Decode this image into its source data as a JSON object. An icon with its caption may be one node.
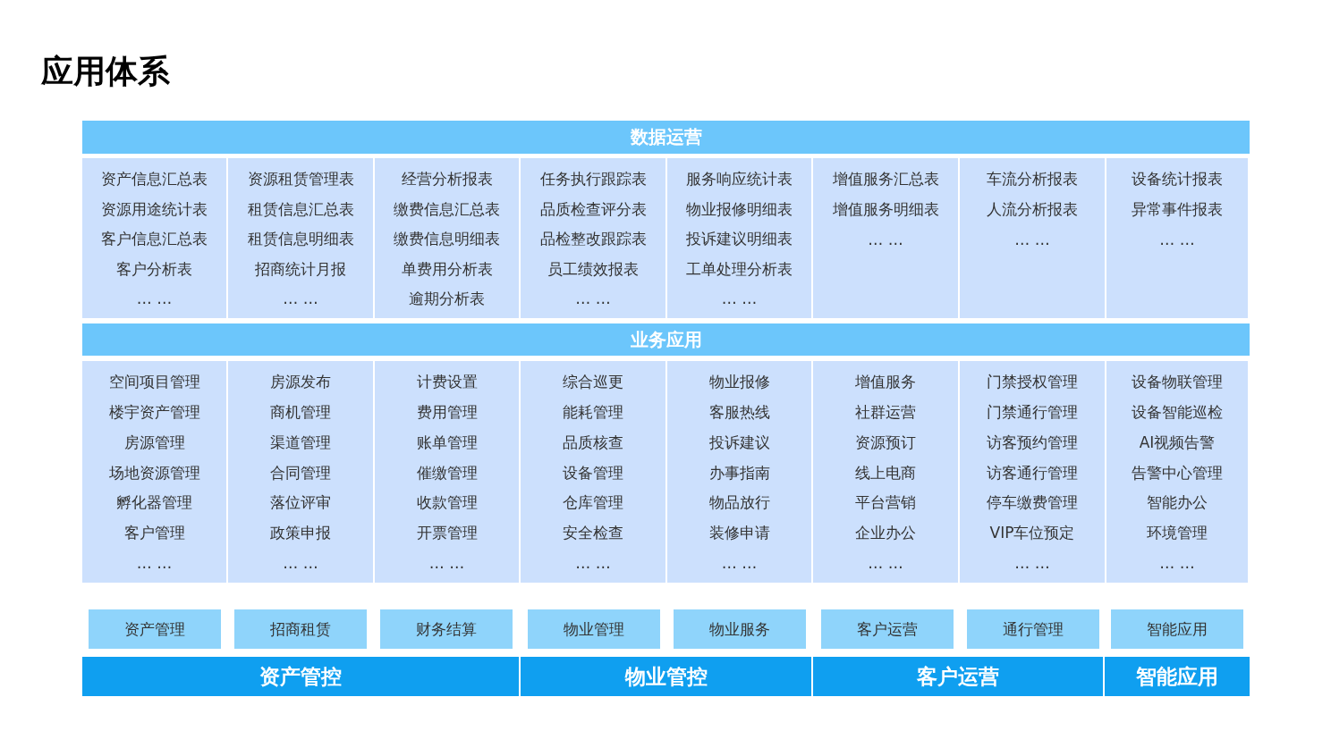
{
  "diagram": {
    "title": "应用体系",
    "nodes": [
      {
        "text": [
          "数据运营"
        ]
      },
      {
        "text": [
          "资产信息汇总表",
          "资源用途统计表",
          "客户信息汇总表",
          "客户分析表",
          "… …"
        ]
      },
      {
        "text": [
          "资源租赁管理表",
          "租赁信息汇总表",
          "租赁信息明细表",
          "招商统计月报",
          "… …"
        ]
      },
      {
        "text": [
          "经营分析报表",
          "缴费信息汇总表",
          "缴费信息明细表",
          "单费用分析表",
          "逾期分析表"
        ]
      },
      {
        "text": [
          "任务执行跟踪表",
          "品质检查评分表",
          "品检整改跟踪表",
          "员工绩效报表",
          "… …"
        ]
      },
      {
        "text": [
          "服务响应统计表",
          "物业报修明细表",
          "投诉建议明细表",
          "工单处理分析表",
          "… …"
        ]
      },
      {
        "text": [
          "增值服务汇总表",
          "增值服务明细表",
          "… …"
        ]
      },
      {
        "text": [
          "车流分析报表",
          "人流分析报表",
          "… …"
        ]
      },
      {
        "text": [
          "设备统计报表",
          "异常事件报表",
          "… …"
        ]
      },
      {
        "text": [
          "业务应用"
        ]
      },
      {
        "text": [
          "空间项目管理",
          "楼宇资产管理",
          "房源管理",
          "场地资源管理",
          "孵化器管理",
          "客户管理",
          "… …"
        ]
      },
      {
        "text": [
          "房源发布",
          "商机管理",
          "渠道管理",
          "合同管理",
          "落位评审",
          "政策申报",
          "… …"
        ]
      },
      {
        "text": [
          "计费设置",
          "费用管理",
          "账单管理",
          "催缴管理",
          "收款管理",
          "开票管理",
          "… …"
        ]
      },
      {
        "text": [
          "综合巡更",
          "能耗管理",
          "品质核查",
          "设备管理",
          "仓库管理",
          "安全检查",
          "… …"
        ]
      },
      {
        "text": [
          "物业报修",
          "客服热线",
          "投诉建议",
          "办事指南",
          "物品放行",
          "装修申请",
          "… …"
        ]
      },
      {
        "text": [
          "增值服务",
          "社群运营",
          "资源预订",
          "线上电商",
          "平台营销",
          "企业办公",
          "… …"
        ]
      },
      {
        "text": [
          "门禁授权管理",
          "门禁通行管理",
          "访客预约管理",
          "访客通行管理",
          "停车缴费管理",
          "VIP车位预定",
          "… …"
        ]
      },
      {
        "text": [
          "设备物联管理",
          "设备智能巡检",
          "AI视频告警",
          "告警中心管理",
          "智能办公",
          "环境管理",
          "… …"
        ]
      },
      {
        "text": [
          "资产管理"
        ]
      },
      {
        "text": [
          "招商租赁"
        ]
      },
      {
        "text": [
          "财务结算"
        ]
      },
      {
        "text": [
          "物业管理"
        ]
      },
      {
        "text": [
          "物业服务"
        ]
      },
      {
        "text": [
          "客户运营"
        ]
      },
      {
        "text": [
          "通行管理"
        ]
      },
      {
        "text": [
          "智能应用"
        ]
      },
      {
        "text": [
          "资产管控"
        ]
      },
      {
        "text": [
          "物业管控"
        ]
      },
      {
        "text": [
          "客户运营"
        ]
      },
      {
        "text": [
          "智能应用"
        ]
      }
    ]
  }
}
